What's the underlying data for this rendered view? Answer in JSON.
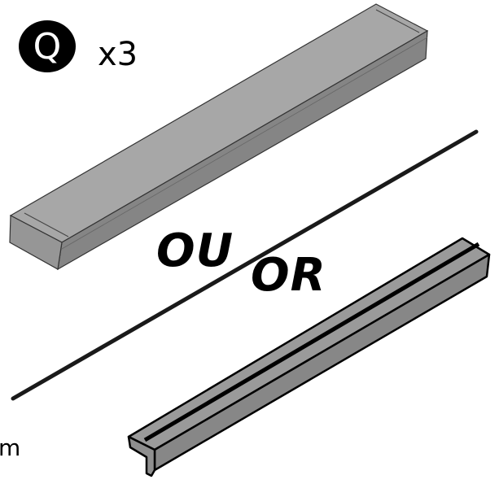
{
  "badge": {
    "letter": "Q",
    "icon": "part-label-badge"
  },
  "quantity": "x3",
  "alternatives": {
    "french": "OU",
    "english": "OR"
  },
  "edge_text": "m",
  "colors": {
    "part_fill": "#8c8c8c",
    "part_top": "#a3a3a3",
    "outline": "#000000",
    "badge": "#000000"
  }
}
